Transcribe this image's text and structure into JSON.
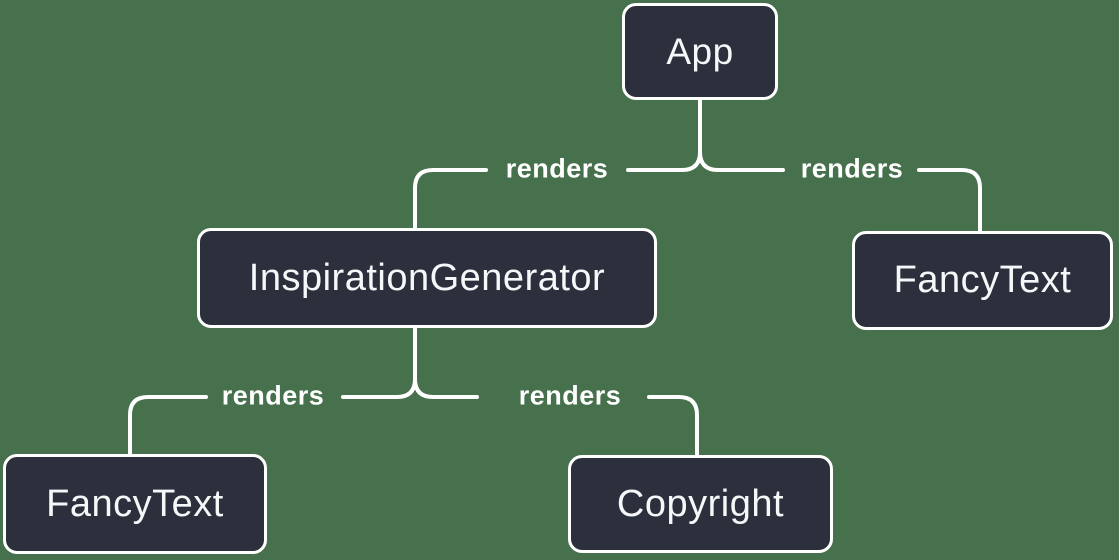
{
  "diagram": {
    "nodes": [
      {
        "id": "app",
        "label": "App"
      },
      {
        "id": "inspiration-generator",
        "label": "InspirationGenerator"
      },
      {
        "id": "fancy-text-top",
        "label": "FancyText"
      },
      {
        "id": "fancy-text-bottom",
        "label": "FancyText"
      },
      {
        "id": "copyright",
        "label": "Copyright"
      }
    ],
    "edges": [
      {
        "from": "App",
        "to": "InspirationGenerator",
        "label": "renders"
      },
      {
        "from": "App",
        "to": "FancyText",
        "label": "renders"
      },
      {
        "from": "InspirationGenerator",
        "to": "FancyText",
        "label": "renders"
      },
      {
        "from": "InspirationGenerator",
        "to": "Copyright",
        "label": "renders"
      }
    ],
    "colors": {
      "background": "#47714D",
      "node_fill": "#2B303C",
      "node_border": "#FFFFFF",
      "text": "#F6F7F9",
      "line": "#FFFFFF"
    }
  }
}
